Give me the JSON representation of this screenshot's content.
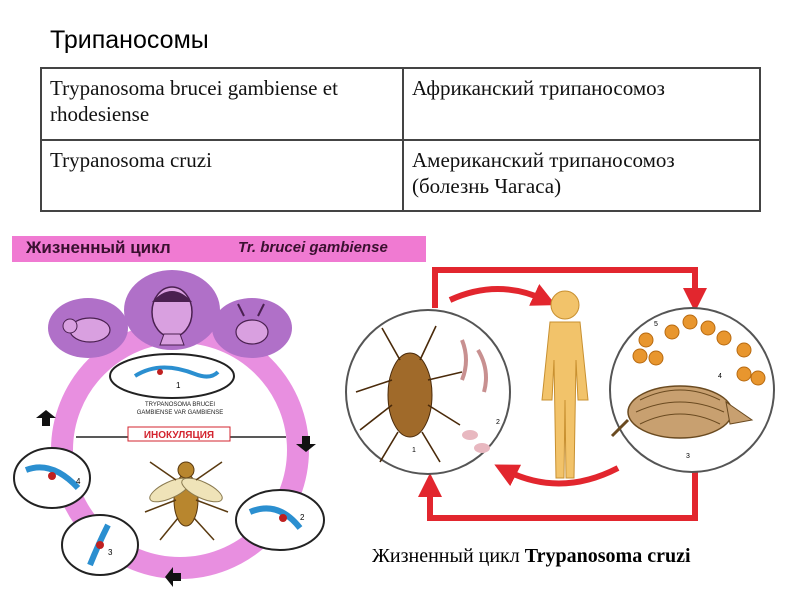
{
  "title": "Трипаносомы",
  "table": {
    "rows": [
      {
        "species": "Trypanosoma brucei gambiense et rhodesiense",
        "disease": "Африканский трипаносомоз"
      },
      {
        "species": "Trypanosoma cruzi",
        "disease": "Американский трипаносомоз (болезнь Чагаса)"
      }
    ]
  },
  "left_diagram": {
    "banner_label": "Жизненный цикл",
    "banner_species": "Tr. brucei gambiense",
    "ring_text_line1": "TRYPANOSOMA BRUCEI",
    "ring_text_line2": "GAMBIENSE VAR GAMBIENSE",
    "inoculation_label": "ИНОКУЛЯЦИЯ",
    "stage_numbers": [
      "1",
      "2",
      "3",
      "4"
    ],
    "colors": {
      "banner": "#f07ad2",
      "ring": "#e88fe0",
      "inoculation": "#d3242f"
    }
  },
  "right_diagram": {
    "caption_prefix": "Жизненный цикл ",
    "caption_species": "Trypanosoma cruzi",
    "stage_numbers": [
      "1",
      "2",
      "3",
      "4",
      "5"
    ],
    "colors": {
      "arrows": "#e2262e",
      "human": "#f2c36a",
      "spheres": "#e8962e"
    }
  }
}
